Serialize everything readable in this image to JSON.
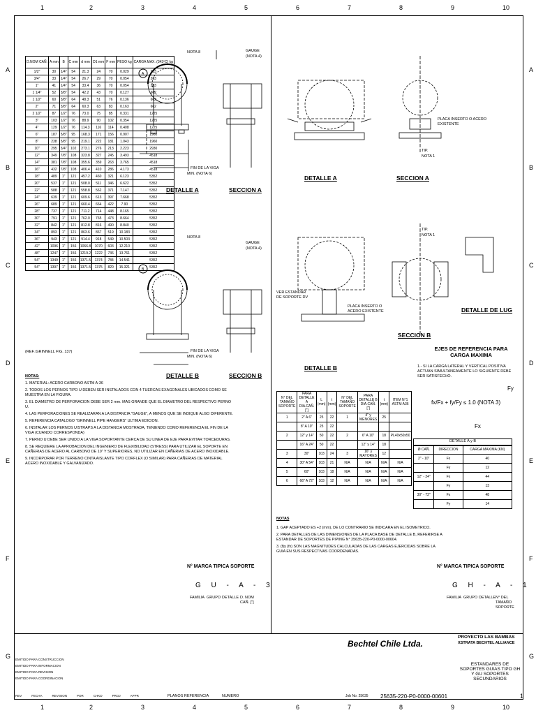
{
  "grid": {
    "cols": [
      "1",
      "2",
      "3",
      "4",
      "5",
      "6",
      "7",
      "8",
      "9",
      "10"
    ],
    "rows": [
      "A",
      "B",
      "C",
      "D",
      "E",
      "F",
      "G"
    ]
  },
  "table_dims": {
    "headers": [
      "D.NOM CAÑ.",
      "A mm",
      "B",
      "C mm",
      "d mm",
      "D1 mm",
      "F mm",
      "PESO kg",
      "CARGA MAX. (343ºC) kg"
    ],
    "rows": [
      [
        "1/2\"",
        "30",
        "1/4\"",
        "54",
        "21.3",
        "24",
        "70",
        "0.029",
        "283"
      ],
      [
        "3/4\"",
        "33",
        "1/4\"",
        "54",
        "26.7",
        "29",
        "70",
        "0.054",
        "283"
      ],
      [
        "1\"",
        "41",
        "1/4\"",
        "54",
        "33.4",
        "36",
        "70",
        "0.054",
        "283"
      ],
      [
        "1 1/4\"",
        "52",
        "3/8\"",
        "54",
        "42.2",
        "43",
        "70",
        "0.127",
        "662"
      ],
      [
        "1 1/2\"",
        "60",
        "3/8\"",
        "64",
        "48.3",
        "51",
        "76",
        "0.136",
        "662"
      ],
      [
        "2\"",
        "71",
        "3/8\"",
        "64",
        "60.3",
        "63",
        "83",
        "0.163",
        "662"
      ],
      [
        "2 1/2\"",
        "87",
        "1/2\"",
        "76",
        "73.0",
        "75",
        "85",
        "0.331",
        "1225"
      ],
      [
        "3\"",
        "103",
        "1/2\"",
        "76",
        "88.9",
        "90",
        "102",
        "0.354",
        "1225"
      ],
      [
        "4\"",
        "129",
        "1/2\"",
        "76",
        "114.3",
        "116",
        "114",
        "0.408",
        "1225"
      ],
      [
        "6\"",
        "187",
        "5/8\"",
        "95",
        "168.3",
        "171",
        "156",
        "0.907",
        "1960"
      ],
      [
        "8\"",
        "238",
        "5/8\"",
        "95",
        "219.1",
        "222",
        "181",
        "1.043",
        "1960"
      ],
      [
        "10\"",
        "295",
        "3/4\"",
        "102",
        "273.1",
        "276",
        "213",
        "2.223",
        "2930"
      ],
      [
        "12\"",
        "349",
        "7/8\"",
        "108",
        "323.8",
        "327",
        "245",
        "3.493",
        "4518"
      ],
      [
        "14\"",
        "381",
        "7/8\"",
        "108",
        "355.6",
        "359",
        "263",
        "3.765",
        "4518"
      ],
      [
        "16\"",
        "432",
        "7/8\"",
        "108",
        "406.4",
        "410",
        "286",
        "4.173",
        "4518"
      ],
      [
        "18\"",
        "489",
        "1\"",
        "121",
        "457.2",
        "460",
        "321",
        "6.123",
        "5352"
      ],
      [
        "20\"",
        "537",
        "1\"",
        "121",
        "508.0",
        "511",
        "346",
        "6.622",
        "5352"
      ],
      [
        "22\"",
        "588",
        "1\"",
        "121",
        "558.8",
        "562",
        "371",
        "7.147",
        "5352"
      ],
      [
        "24\"",
        "639",
        "1\"",
        "121",
        "609.6",
        "613",
        "397",
        "7.668",
        "5352"
      ],
      [
        "26\"",
        "689",
        "1\"",
        "121",
        "660.4",
        "664",
        "422",
        "7.90",
        "5352"
      ],
      [
        "28\"",
        "737",
        "1\"",
        "121",
        "711.2",
        "714",
        "448",
        "8.165",
        "5352"
      ],
      [
        "30\"",
        "791",
        "1\"",
        "121",
        "762.0",
        "765",
        "473",
        "8.664",
        "5352"
      ],
      [
        "32\"",
        "842",
        "1\"",
        "121",
        "812.8",
        "816",
        "490",
        "8.840",
        "5352"
      ],
      [
        "34\"",
        "893",
        "1\"",
        "121",
        "863.6",
        "867",
        "519",
        "10.183",
        "5352"
      ],
      [
        "36\"",
        "943",
        "1\"",
        "121",
        "914.4",
        "918",
        "549",
        "10.503",
        "5352"
      ],
      [
        "42\"",
        "1096",
        "1\"",
        "156",
        "1066.8",
        "1070",
        "603",
        "12.210",
        "5352"
      ],
      [
        "48\"",
        "1247",
        "1\"",
        "156",
        "1219.2",
        "1222",
        "736",
        "13.761",
        "5352"
      ],
      [
        "54\"",
        "1349",
        "1\"",
        "156",
        "1371.5",
        "1374",
        "784",
        "14.541",
        "5352"
      ],
      [
        "54\"",
        "1397",
        "1\"",
        "156",
        "1371.5",
        "1375",
        "820",
        "15.321",
        "5352"
      ]
    ],
    "ref": "(REF.:GRINNELL FIG. 137)"
  },
  "labels": {
    "detalle_a": "DETALLE A",
    "seccion_a": "SECCION A",
    "detalle_b": "DETALLE B",
    "seccion_b": "SECCION B",
    "detalle_lug": "DETALLE DE LUG",
    "nota8": "NOTA 8",
    "gauge": "GAUGE",
    "nota4": "(NOTA 4)",
    "fin_viga": "FIN DE LA VIGA",
    "min_nota6": "MIN. (NOTA 6)",
    "placa_inserto": "PLACA INSERTO O ACERO EXISTENTE",
    "tip": "TIP.",
    "nota1": "NOTA 1",
    "ver_estandar": "VER ESTANDAR DE SOPORTE DV",
    "ejes_title": "EJES DE REFERENCIA PARA CARGA MAXIMA",
    "ejes_note": "1.- SI LA CARGA LATERAL Y VERTICAL POSITIVA ACTUAN SIMULTANEAMENTE LO SIGUIENTE DEBE SER SATISFECHO.",
    "formula": "fx/Fx + fy/Fy ≤ 1.0 (NOTA 3)",
    "fx": "Fx",
    "fy": "Fy"
  },
  "notas_left": {
    "title": "NOTAS:",
    "items": [
      "1. MATERIAL: ACERO CARBONO ASTM A-36",
      "2. TODOS LOS PERNOS TIPO U DEBEN SER INSTALADOS CON 4 TUERCAS EXAGONALES UBICADOS COMO SE MUESTRA EN LA FIGURA.",
      "3. EL DIAMETRO DE PERFORACION DEBE SER 2 mm. MAS GRANDE QUE EL DIAMETRO DEL RESPECTIVO PERNO U.",
      "4. LAS PERFORACIONES SE REALIZARAN A LA DISTANCIA \"GAUGE\", A MENOS QUE SE INDIQUE ALGO DIFERENTE.",
      "5. REFERENCIA CATALOGO \"GRINNELL PIPE HANGERS\" ULTIMA EDICION.",
      "6. INSTALAR LOS PERNOS U/STRAPS A LA DISTANCIA MOSTRADA, TENIENDO COMO REFERENCIA EL FIN DE LA VIGA (CUANDO CORRESPONDA)",
      "7. PERNO U DEBE SER UNIDO A LA VIGA SOPORTANTE CERCA DE SU LINEA DE EJE PARA EVITAR TORCEDURAS.",
      "8. SE REQUIERE LA APROBACION DEL INGENIERO DE FLEXIBILIDAD (STRESS) PARA UTILIZAR EL SOPORTE EN CAÑERIAS DE ACERO AL CARBONO DE 10\" Y SUPERIORES, NO UTILIZAR EN CAÑERIAS DE ACERO INOXIDABLE.",
      "9. INCORPORAR POR TERRENO CINTA AISLANTE TIPO CORFLEX (O SIMILAR) PARA CAÑERIAS DE MATERIAL ACERO INOXIDABLE Y GALVANIZADO."
    ]
  },
  "marca_left": {
    "title": "N° MARCA TIPICA SOPORTE",
    "code": "G U - A - 3",
    "parts": [
      "FAMILIA",
      "GRUPO",
      "DETALLE",
      "D. NOM CAÑ. [\"]"
    ]
  },
  "table_b": {
    "headers": [
      "N° DEL TAMAÑO SOPORTE",
      "PARA DETALLE A DIA.CAÑ. [\"]",
      "L (mm)",
      "t (mm)",
      "N° DEL TAMAÑO SOPORTE",
      "PARA DETALLE B DIA.CAÑ. [\"]",
      "t (mm)",
      "ITEM N°1 ASTM A36"
    ],
    "rows": [
      [
        "1",
        "2\" A 6\"",
        "25",
        "22",
        "1",
        "4\" y MENORES",
        "25",
        ""
      ],
      [
        "",
        "8\" A 10\"",
        "25",
        "22",
        "",
        "",
        "",
        ""
      ],
      [
        "2",
        "12\" y 14\"",
        "50",
        "22",
        "2",
        "6\" A 10\"",
        "18",
        "PL40x50x50"
      ],
      [
        "",
        "16\" A 24\"",
        "50",
        "22",
        "",
        "12\" y 14\"",
        "18",
        ""
      ],
      [
        "3",
        "30\"",
        "103",
        "24",
        "3",
        "16\" y MAYORES",
        "12",
        ""
      ],
      [
        "4",
        "30\" A 54\"",
        "103",
        "21",
        "N/A",
        "N/A",
        "N/A",
        "N/A"
      ],
      [
        "5",
        "60\"",
        "103",
        "18",
        "N/A",
        "N/A",
        "N/A",
        "N/A"
      ],
      [
        "6",
        "66\" A 72\"",
        "103",
        "12",
        "N/A",
        "N/A",
        "N/A",
        "N/A"
      ]
    ]
  },
  "table_load": {
    "title": "DETALLE A y B",
    "headers": [
      "Ø CAÑ.",
      "DIRECCION",
      "CARGA MAXIMA (KN)"
    ],
    "rows": [
      [
        "2\" - 10\"",
        "Fx",
        "40"
      ],
      [
        "",
        "Fy",
        "12"
      ],
      [
        "12\" - 24\"",
        "Fx",
        "44"
      ],
      [
        "",
        "Fy",
        "13"
      ],
      [
        "30\" - 72\"",
        "Fx",
        "48"
      ],
      [
        "",
        "Fy",
        "14"
      ]
    ]
  },
  "notas_right": {
    "title": "NOTAS",
    "items": [
      "1. GAP ACEPTADO ES +2 (mm), DE LO CONTRARIO SE INDICARA EN EL ISOMETRICO.",
      "2. PARA DETALLES DE LAS DIMENSIONES DE LA PLACA BASE DE DETALLE B, REFERIRSE A ESTANDAR DE SOPORTES DE PIPING N° 25635-220-P0-0000-00604.",
      "3. (f)y (fx) SON LAS MAGNITUDES CALCULADAS DE LAS CARGAS EJERCIDAS SOBRE LA GUIA EN SUS RESPECTIVAS COORDENADAS."
    ]
  },
  "marca_right": {
    "title": "N° MARCA TIPICA SOPORTE",
    "code": "G H - A - 1",
    "parts": [
      "FAMILIA",
      "GRUPO",
      "DETALLE",
      "N° DEL TAMAÑO SOPORTE"
    ]
  },
  "title_block": {
    "company": "Bechtel Chile Ltda.",
    "project": "PROYECTO LAS BAMBAS",
    "alliance": "XSTRATA BECHTEL ALLIANCE",
    "drawing_title": "ESTANDARES DE SOPORTES GUIAS TIPO GH Y GU SOPORTES SECUNDARIOS",
    "drawing_no": "25635-220-P0-0000-00601",
    "job_no": "Job No. 25635",
    "sheet": "1",
    "revisions": [
      "EMITIDO PARA CONSTRUCCION",
      "EMITIDO PARA INFORMACION",
      "EMITIDO PARA REVISION",
      "EMITIDO PARA COORDINACION"
    ],
    "rev_header": [
      "REV",
      "FECHA",
      "REVISION",
      "POR",
      "CHKD",
      "PROJ",
      "APPR"
    ],
    "planos_ref": "PLANOS REFERENCIA",
    "numero": "NUMERO"
  }
}
